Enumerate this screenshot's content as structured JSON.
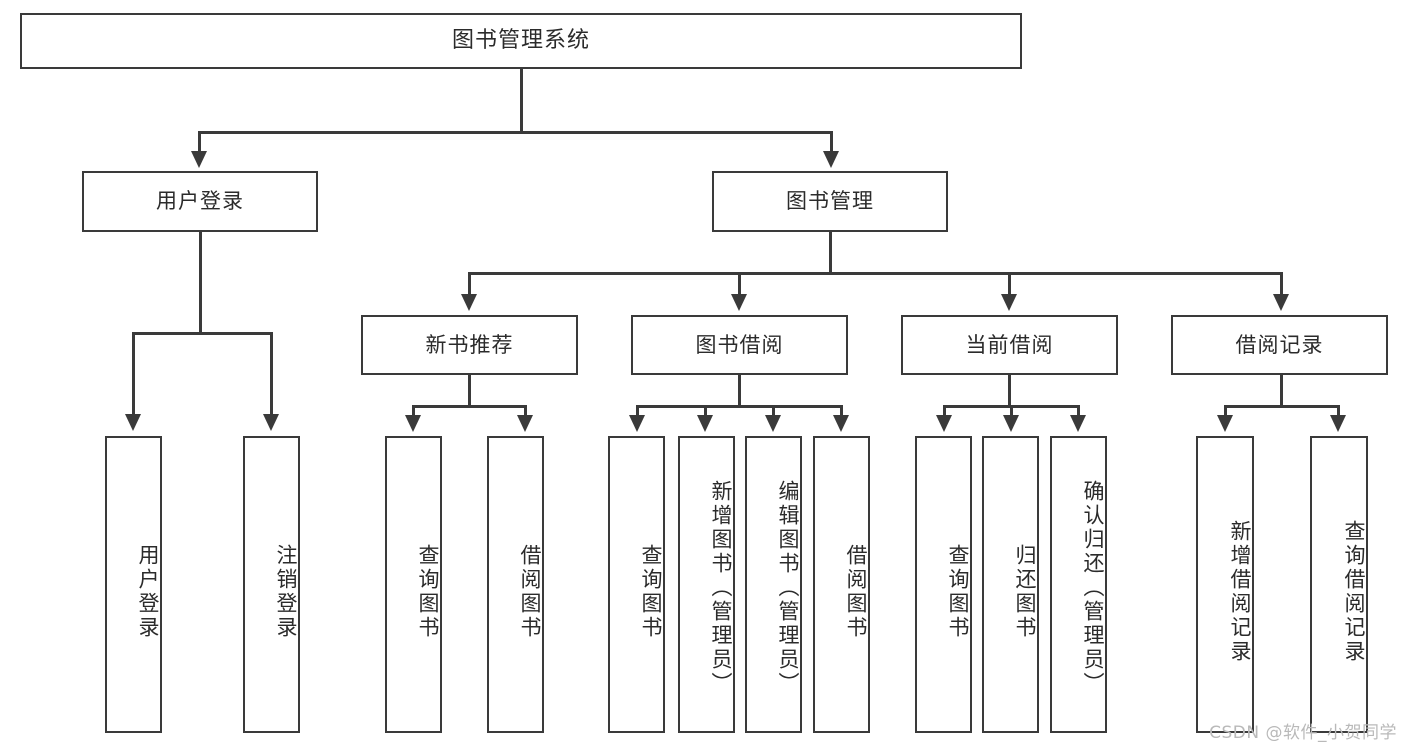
{
  "diagram": {
    "title": "图书管理系统",
    "type": "functional-structure-tree",
    "root": {
      "label": "图书管理系统"
    },
    "level2": [
      {
        "label": "用户登录"
      },
      {
        "label": "图书管理"
      }
    ],
    "level3": [
      {
        "label": "新书推荐"
      },
      {
        "label": "图书借阅"
      },
      {
        "label": "当前借阅"
      },
      {
        "label": "借阅记录"
      }
    ],
    "leaves": {
      "user_login": [
        {
          "label": "用户登录"
        },
        {
          "label": "注销登录"
        }
      ],
      "new_book_recommend": [
        {
          "label": "查询图书"
        },
        {
          "label": "借阅图书"
        }
      ],
      "book_borrow": [
        {
          "label": "查询图书"
        },
        {
          "label": "新增图书（管理员）"
        },
        {
          "label": "编辑图书（管理员）"
        },
        {
          "label": "借阅图书"
        }
      ],
      "current_borrow": [
        {
          "label": "查询图书"
        },
        {
          "label": "归还图书"
        },
        {
          "label": "确认归还（管理员）"
        }
      ],
      "borrow_record": [
        {
          "label": "新增借阅记录"
        },
        {
          "label": "查询借阅记录"
        }
      ]
    }
  },
  "watermark": {
    "text": "CSDN @软件_小贺同学"
  },
  "colors": {
    "stroke": "#3a3a3a",
    "text": "#2b2b2b",
    "background": "#ffffff",
    "watermark": "#b9b9b9"
  }
}
